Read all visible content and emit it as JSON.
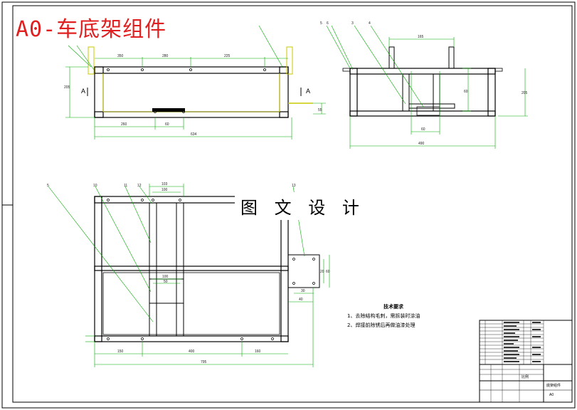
{
  "title": "A0-车底架组件",
  "watermark": "图 文 设 计",
  "technical_notes": {
    "heading": "技术要求",
    "items": [
      "1、去除结构毛刺，需拆装时涂油",
      "2、焊接前除锈后再做油漆处理"
    ]
  },
  "section_marks": {
    "left": "A",
    "right": "A"
  },
  "views": {
    "front": {
      "dim_top": [
        "350",
        "280",
        "225"
      ],
      "dim_bottom": [
        "260",
        "60"
      ],
      "dim_overall": "634",
      "dim_height": "55",
      "dim_left_side": "205"
    },
    "side": {
      "callouts": [
        "5",
        "6",
        "3",
        "4"
      ],
      "dim_top": "165",
      "dim_height_inner": "60",
      "dim_height_outer": "205",
      "dim_bottom_small": "60",
      "dim_overall": "490"
    },
    "top": {
      "callouts": [
        "5",
        "10",
        "11",
        "12",
        "13"
      ],
      "dim_top": [
        "103",
        "100"
      ],
      "dim_mid": [
        "100",
        "50"
      ],
      "dim_bottom": [
        "150",
        "400",
        "160"
      ],
      "dim_overall": "795",
      "dim_right": [
        "40",
        "30",
        "20",
        "60"
      ]
    }
  },
  "title_block": {
    "name": "底架组件",
    "scale_label": "比例",
    "sheet_label": "A0"
  }
}
